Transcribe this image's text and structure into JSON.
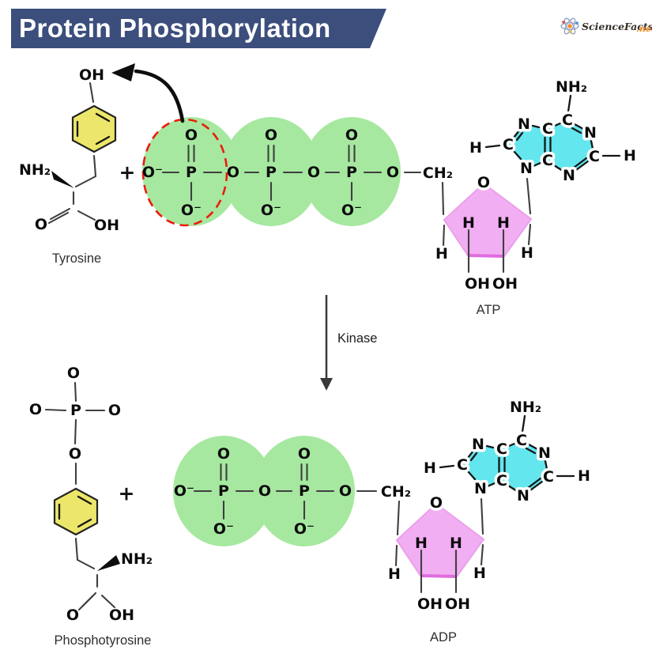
{
  "header": {
    "title": "Protein Phosphorylation",
    "brand": {
      "name": "ScienceFacts",
      "suffix": ".net"
    }
  },
  "reaction": {
    "plus": "+",
    "enzyme": "Kinase"
  },
  "molecules": {
    "tyrosine": "Tyrosine",
    "atp": "ATP",
    "phosphotyrosine": "Phosphotyrosine",
    "adp": "ADP"
  },
  "atoms": {
    "o": "O",
    "o_minus": "O⁻",
    "oh": "OH",
    "p": "P",
    "h": "H",
    "c": "C",
    "n": "N",
    "nh2": "NH₂",
    "ch2": "CH₂"
  },
  "colors": {
    "banner": "#3B4E7C",
    "phosphate_group_highlight": "#A6E8A0",
    "benzene_ring_highlight": "#ECE76A",
    "ribose_fill": "#F2AEF2",
    "adenine_fill": "#63E6EE",
    "transferred_phosphate_outline": "#ED1B0C",
    "brand_accent": "#F08C1E"
  }
}
